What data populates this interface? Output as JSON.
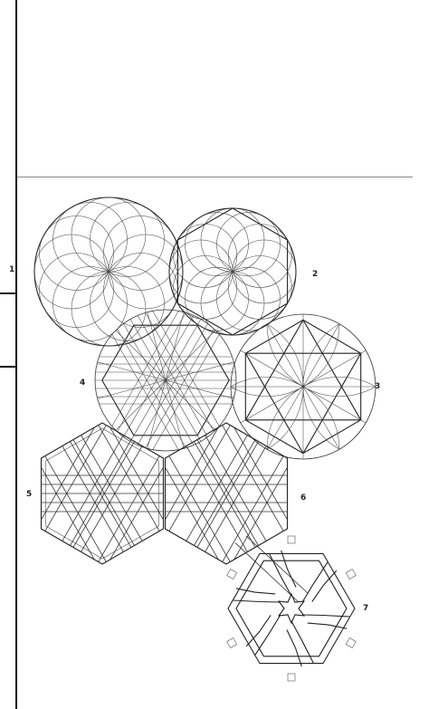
{
  "figure": {
    "labels": [
      "1",
      "2",
      "3",
      "4",
      "5",
      "6",
      "7"
    ]
  },
  "colors": {
    "ink": "#222222",
    "paper": "#ffffff"
  }
}
